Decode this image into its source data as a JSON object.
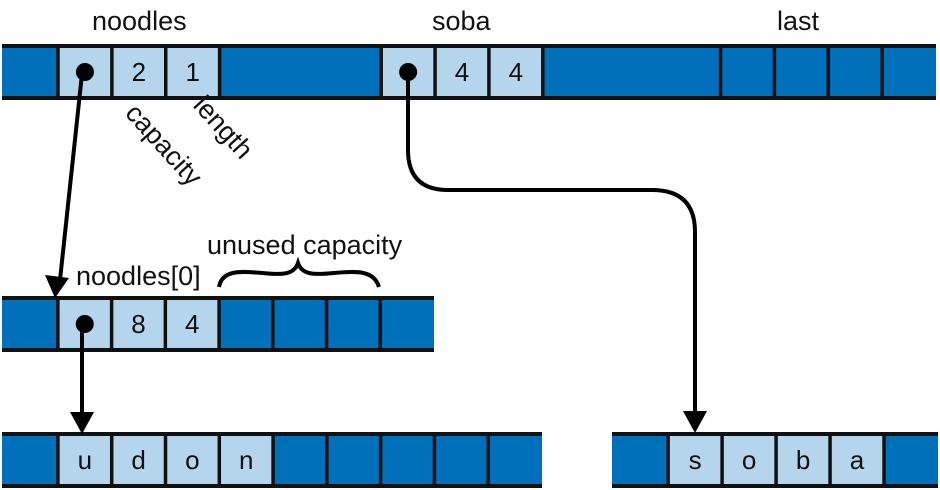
{
  "colors": {
    "dark_cell": "#0070BA",
    "light_cell": "#B4D5EB",
    "ink": "#111111"
  },
  "labels": {
    "noodles": "noodles",
    "soba": "soba",
    "last": "last",
    "capacity": "capacity",
    "length": "length",
    "noodles_0": "noodles[0]",
    "unused_capacity": "unused capacity"
  },
  "rows": [
    {
      "name": "stack-frame-row",
      "cells": [
        {
          "kind": "dark",
          "span": 1.04
        },
        {
          "kind": "light",
          "pointer": true,
          "id": "noodles-ptr"
        },
        {
          "kind": "light",
          "text": "2",
          "id": "noodles-capacity"
        },
        {
          "kind": "light",
          "text": "1",
          "id": "noodles-length"
        },
        {
          "kind": "dark",
          "span": 3
        },
        {
          "kind": "light",
          "pointer": true,
          "id": "soba-ptr"
        },
        {
          "kind": "light",
          "text": "4",
          "id": "soba-capacity"
        },
        {
          "kind": "light",
          "text": "4",
          "id": "soba-length"
        },
        {
          "kind": "dark",
          "span": 3.3
        },
        {
          "kind": "dark"
        },
        {
          "kind": "dark"
        },
        {
          "kind": "dark"
        },
        {
          "kind": "dark"
        }
      ]
    },
    {
      "name": "noodles-heap-row",
      "cells": [
        {
          "kind": "dark",
          "span": 1.04
        },
        {
          "kind": "light",
          "pointer": true,
          "id": "udon-ptr"
        },
        {
          "kind": "light",
          "text": "8",
          "id": "udon-capacity"
        },
        {
          "kind": "light",
          "text": "4",
          "id": "udon-length"
        },
        {
          "kind": "dark"
        },
        {
          "kind": "dark"
        },
        {
          "kind": "dark"
        },
        {
          "kind": "dark"
        }
      ]
    },
    {
      "name": "udon-bytes-row",
      "cells": [
        {
          "kind": "dark",
          "span": 1.04
        },
        {
          "kind": "light",
          "text": "u"
        },
        {
          "kind": "light",
          "text": "d"
        },
        {
          "kind": "light",
          "text": "o"
        },
        {
          "kind": "light",
          "text": "n"
        },
        {
          "kind": "dark"
        },
        {
          "kind": "dark"
        },
        {
          "kind": "dark"
        },
        {
          "kind": "dark"
        },
        {
          "kind": "dark"
        }
      ]
    },
    {
      "name": "soba-bytes-row",
      "cells": [
        {
          "kind": "dark",
          "span": 1.04
        },
        {
          "kind": "light",
          "text": "s"
        },
        {
          "kind": "light",
          "text": "o"
        },
        {
          "kind": "light",
          "text": "b"
        },
        {
          "kind": "light",
          "text": "a"
        },
        {
          "kind": "dark"
        }
      ]
    }
  ]
}
